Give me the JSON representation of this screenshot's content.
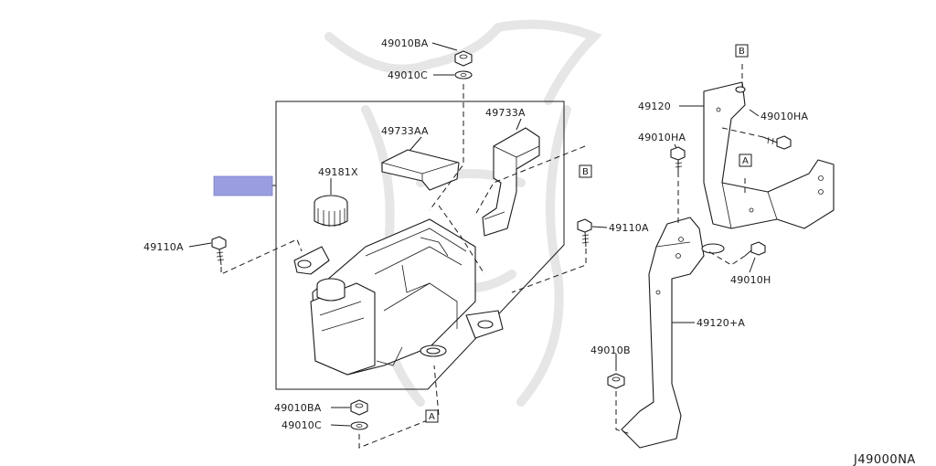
{
  "diagram_code": "J49000NA",
  "highlight_color": "#9a9ee0",
  "watermark": "samurai-helmet-logo",
  "labels": {
    "p49010BA_top": "49010BA",
    "p49010C_top": "49010C",
    "p49733AA": "49733AA",
    "p49733A": "49733A",
    "p49181X": "49181X",
    "p49110A_left": "49110A",
    "p49110A_right": "49110A",
    "p49010BA_bottom": "49010BA",
    "p49010C_bottom": "49010C",
    "p49120": "49120",
    "p49010HA_top": "49010HA",
    "p49010HA_left": "49010HA",
    "p49010H": "49010H",
    "p49120A": "49120+A",
    "p49010B": "49010B"
  },
  "refs": {
    "B_top": "B",
    "B_mid": "B",
    "A_right": "A",
    "A_bottom": "A"
  }
}
